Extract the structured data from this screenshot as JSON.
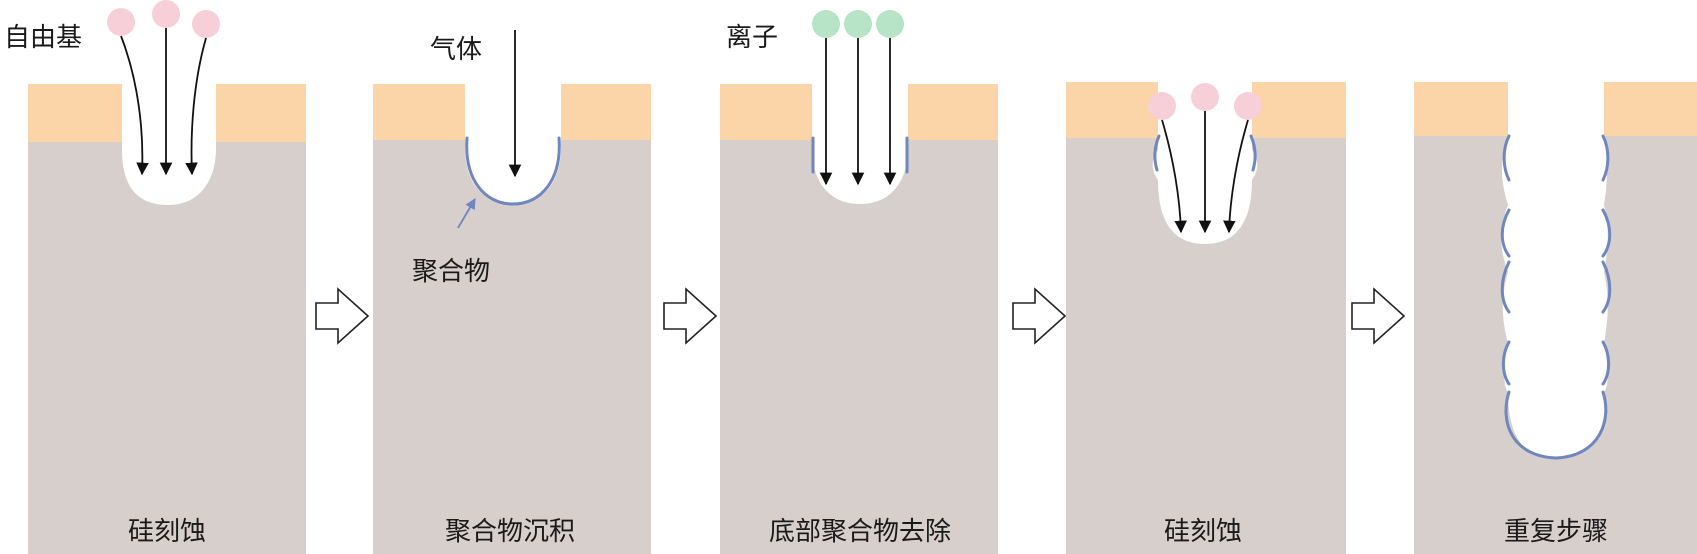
{
  "colors": {
    "silicon": "#d6cfcc",
    "mask": "#fbd5a8",
    "polymer": "#6f86bf",
    "radical": "#f7cfd8",
    "ion": "#b7e3c6"
  },
  "steps": [
    {
      "caption": "硅刻蚀",
      "species_label": "自由基"
    },
    {
      "caption": "聚合物沉积",
      "species_label": "气体",
      "annotation": "聚合物"
    },
    {
      "caption": "底部聚合物去除",
      "species_label": "离子"
    },
    {
      "caption": "硅刻蚀"
    },
    {
      "caption": "重复步骤"
    }
  ],
  "icons": {
    "step_arrow": "right-hollow-arrow-icon"
  }
}
